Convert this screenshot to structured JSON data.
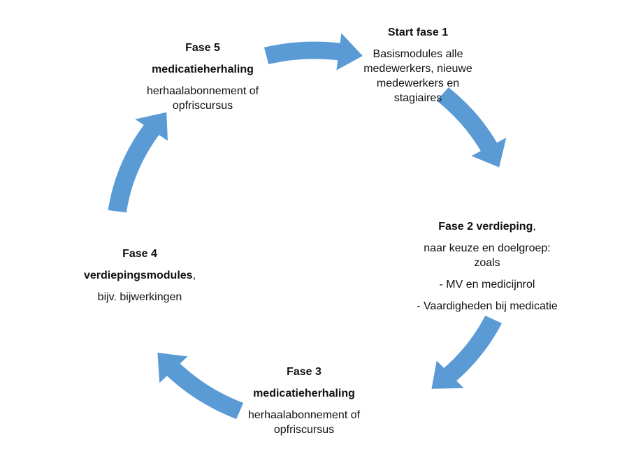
{
  "arrow_color": "#5b9bd5",
  "phases": [
    {
      "title": "Start fase 1",
      "subtitle": "",
      "subtitle_suffix": "",
      "lines": [
        "Basismodules alle medewerkers, nieuwe medewerkers en stagiaires"
      ]
    },
    {
      "title": "Fase 2 verdieping",
      "title_suffix": ",",
      "lines": [
        "naar keuze en doelgroep: zoals",
        "- MV en medicijnrol",
        "- Vaardigheden bij medicatie"
      ]
    },
    {
      "title": "Fase 3",
      "subtitle": "medicatieherhaling",
      "lines": [
        "herhaalabonnement of opfriscursus"
      ]
    },
    {
      "title": "Fase 4",
      "subtitle": "verdiepingsmodules",
      "subtitle_suffix": ",",
      "lines": [
        "bijv. bijwerkingen"
      ]
    },
    {
      "title": "Fase 5",
      "subtitle": "medicatieherhaling",
      "lines": [
        "herhaalabonnement of opfriscursus"
      ]
    }
  ]
}
